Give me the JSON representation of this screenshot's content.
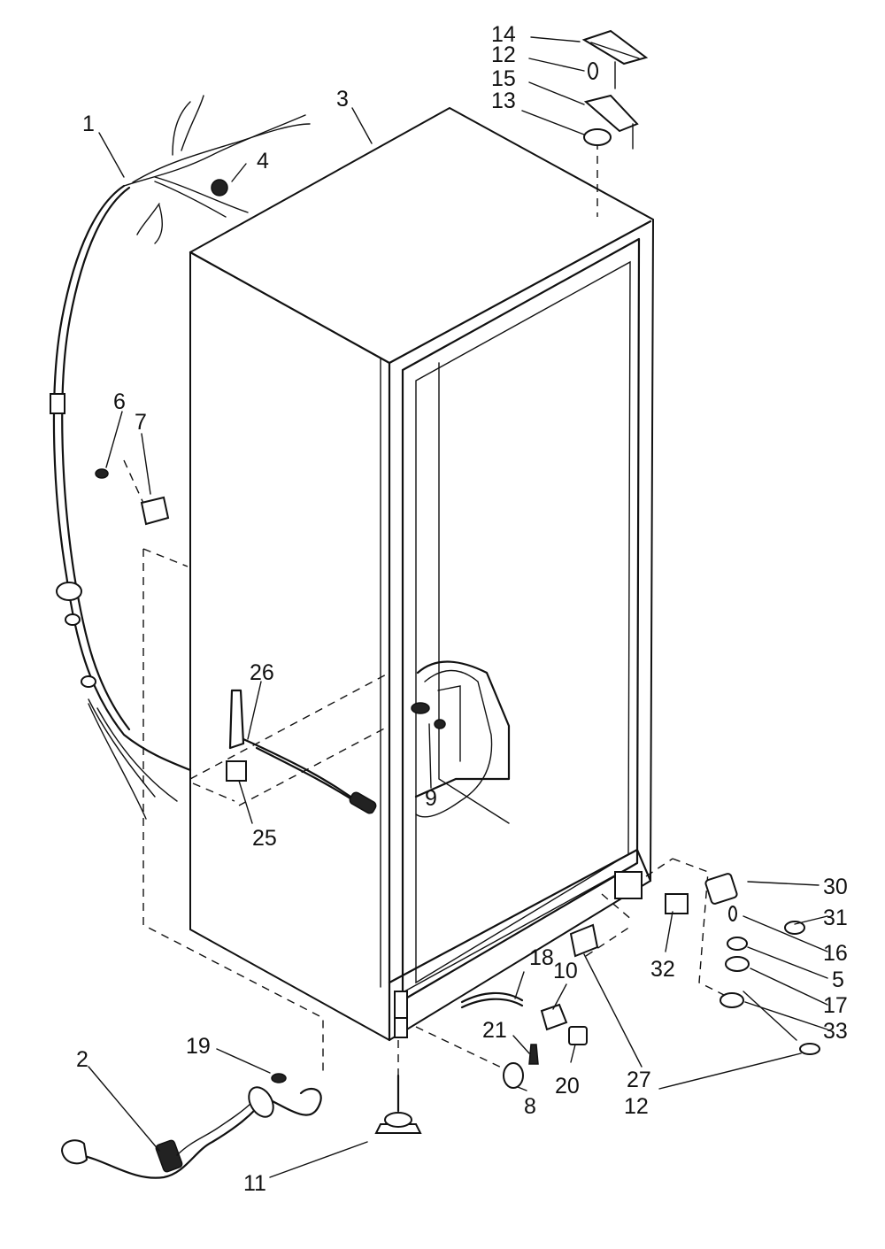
{
  "callouts": [
    {
      "id": "c1",
      "text": "1"
    },
    {
      "id": "c2",
      "text": "2"
    },
    {
      "id": "c3",
      "text": "3"
    },
    {
      "id": "c4",
      "text": "4"
    },
    {
      "id": "c5",
      "text": "5"
    },
    {
      "id": "c6",
      "text": "6"
    },
    {
      "id": "c7",
      "text": "7"
    },
    {
      "id": "c8",
      "text": "8"
    },
    {
      "id": "c9",
      "text": "9"
    },
    {
      "id": "c10",
      "text": "10"
    },
    {
      "id": "c11",
      "text": "11"
    },
    {
      "id": "c12a",
      "text": "12"
    },
    {
      "id": "c12b",
      "text": "12"
    },
    {
      "id": "c13",
      "text": "13"
    },
    {
      "id": "c14",
      "text": "14"
    },
    {
      "id": "c15",
      "text": "15"
    },
    {
      "id": "c16",
      "text": "16"
    },
    {
      "id": "c17",
      "text": "17"
    },
    {
      "id": "c18",
      "text": "18"
    },
    {
      "id": "c19",
      "text": "19"
    },
    {
      "id": "c20",
      "text": "20"
    },
    {
      "id": "c21",
      "text": "21"
    },
    {
      "id": "c25",
      "text": "25"
    },
    {
      "id": "c26",
      "text": "26"
    },
    {
      "id": "c27",
      "text": "27"
    },
    {
      "id": "c30",
      "text": "30"
    },
    {
      "id": "c31",
      "text": "31"
    },
    {
      "id": "c32",
      "text": "32"
    },
    {
      "id": "c33",
      "text": "33"
    }
  ]
}
